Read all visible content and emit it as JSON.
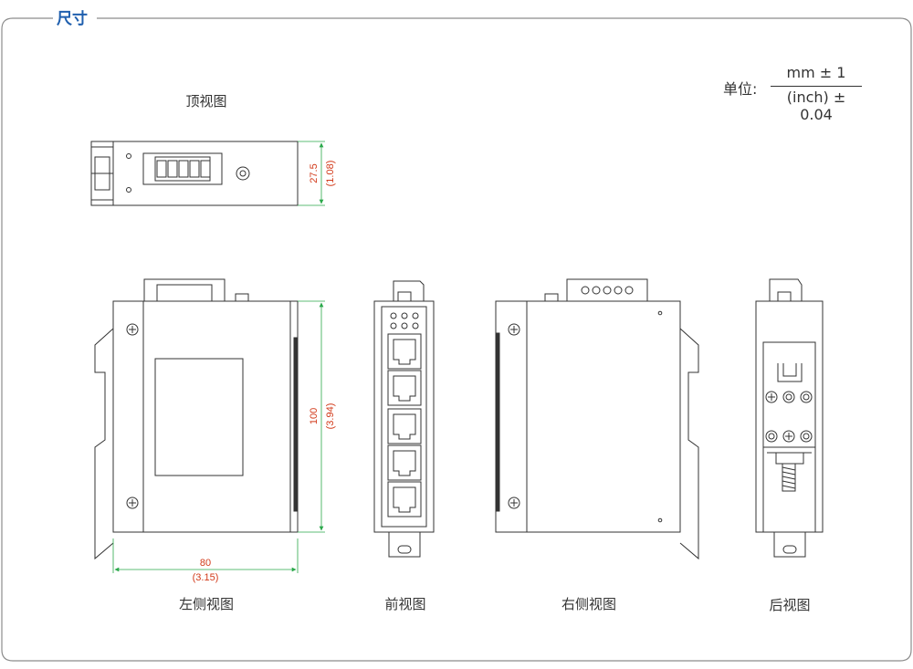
{
  "section_title": "尺寸",
  "units": {
    "label": "单位:",
    "numerator": "mm ± 1",
    "denominator": "(inch) ± 0.04"
  },
  "views": {
    "top": "顶视图",
    "left": "左侧视图",
    "front": "前视图",
    "right": "右侧视图",
    "back": "后视图"
  },
  "dimensions": {
    "depth_mm": "27.5",
    "depth_in": "(1.08)",
    "height_mm": "100",
    "height_in": "(3.94)",
    "width_mm": "80",
    "width_in": "(3.15)"
  },
  "colors": {
    "frame": "#8c8c8c",
    "title": "#1f5fae",
    "dimension_line": "#2aa84a",
    "dimension_text": "#d23a1a",
    "drawing": "#333333"
  }
}
